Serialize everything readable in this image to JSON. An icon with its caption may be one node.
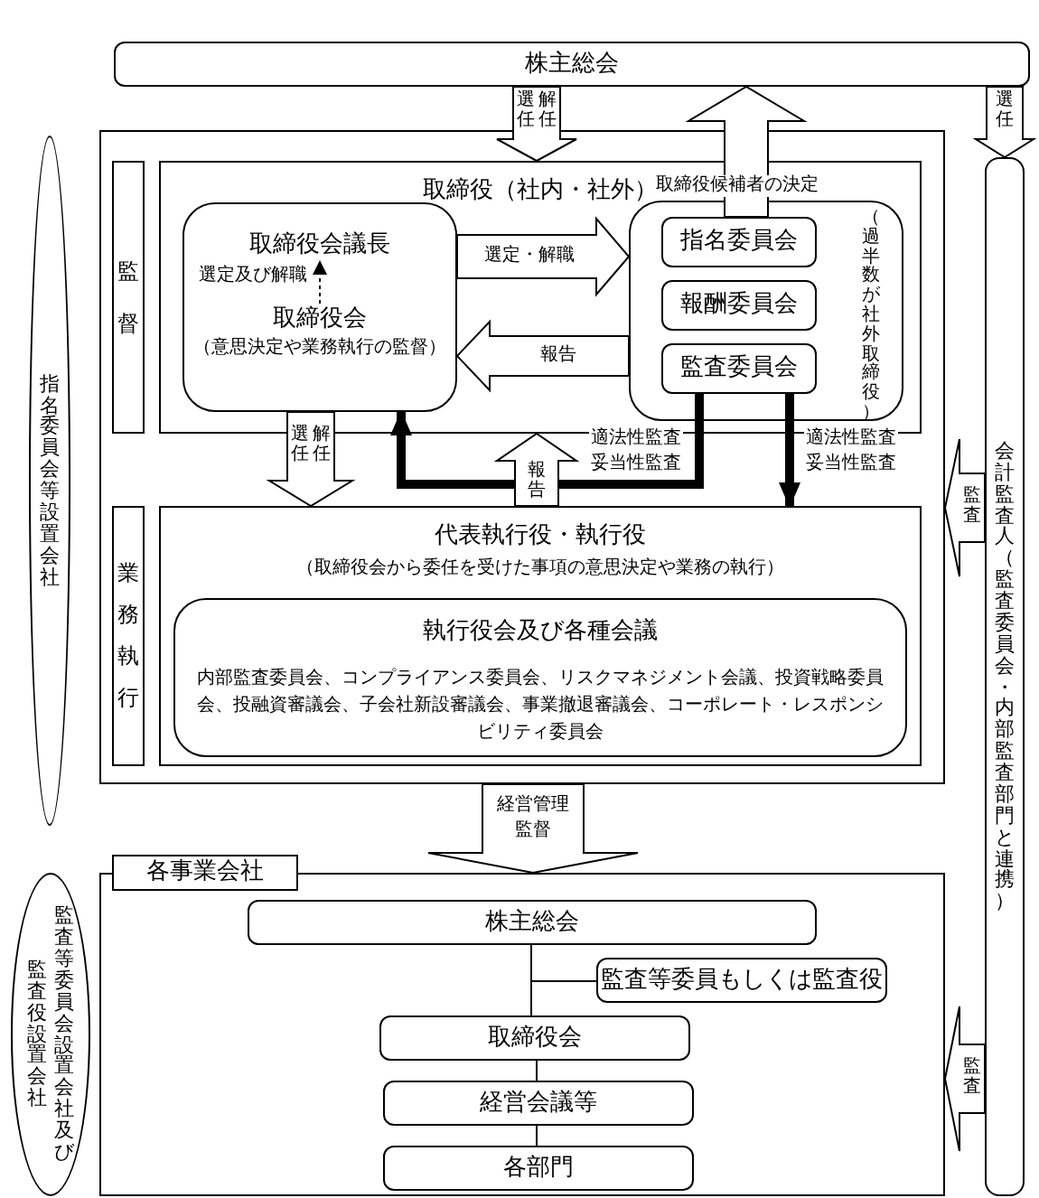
{
  "diagram": {
    "nodes": [
      {
        "text": [
          "株主総会"
        ]
      },
      {
        "text": [
          "指名委員会等設置会社"
        ]
      },
      {
        "text": [],
        "shape": "box"
      },
      {
        "text": [
          "監督"
        ],
        "in": 2
      },
      {
        "text": [
          "取締役（社内・社外）"
        ],
        "in": 2
      },
      {
        "text": [],
        "shape": "box",
        "in": 4
      },
      {
        "text": [
          "取締役会議長"
        ],
        "in": 5
      },
      {
        "text": [
          "取締役会",
          "（意思決定や業務執行の監督）"
        ],
        "in": 5
      },
      {
        "text": [
          "（過半数が社外取締役）"
        ],
        "in": 4
      },
      {
        "text": [
          "指名委員会"
        ],
        "in": 8
      },
      {
        "text": [
          "報酬委員会"
        ],
        "in": 8
      },
      {
        "text": [
          "監査委員会"
        ],
        "in": 8
      },
      {
        "text": [
          "業務執行"
        ],
        "in": 2
      },
      {
        "text": [
          "代表執行役・執行役",
          "（取締役会から委任を受けた事項の意思決定や業務の執行）"
        ],
        "in": 2
      },
      {
        "text": [
          "執行役会及び各種会議",
          "内部監査委員会、コンプライアンス委員会、リスクマネジメント会議、投資戦略委員会、投融資審議会、子会社新設審議会、事業撤退審議会、コーポレート・レスポンシビリティ委員会"
        ],
        "in": 13
      },
      {
        "text": [
          "会計監査人（監査委員会・内部監査部門と連携）"
        ]
      },
      {
        "text": [
          "監査役設置会社",
          "監査等委員会設置会社及び"
        ]
      },
      {
        "text": [
          "各事業会社"
        ]
      },
      {
        "text": [
          "株主総会"
        ],
        "in": 17
      },
      {
        "text": [
          "監査等委員もしくは監査役"
        ],
        "in": 17
      },
      {
        "text": [
          "取締役会"
        ],
        "in": 17
      },
      {
        "text": [
          "経営会議等"
        ],
        "in": 17
      },
      {
        "text": [
          "各部門"
        ],
        "in": 17
      }
    ],
    "edges": [
      {
        "from": 0,
        "to": 4,
        "arrow": "to",
        "label": "選任解任"
      },
      {
        "from": 9,
        "to": 0,
        "arrow": "to",
        "label": "取締役候補者の決定"
      },
      {
        "from": 0,
        "to": 15,
        "arrow": "to",
        "label": "選任"
      },
      {
        "from": 7,
        "to": 6,
        "arrow": "to",
        "label": "選定及び解職",
        "style": "dashed"
      },
      {
        "from": 5,
        "to": 8,
        "arrow": "to",
        "label": "選定・解職"
      },
      {
        "from": 8,
        "to": 5,
        "arrow": "to",
        "label": "報告"
      },
      {
        "from": 5,
        "to": 13,
        "arrow": "to",
        "label": "選任解任"
      },
      {
        "from": 11,
        "to": 5,
        "arrow": "to",
        "label": "適法性監査妥当性監査",
        "style": "thick"
      },
      {
        "from": 11,
        "to": 13,
        "arrow": "to",
        "label": "適法性監査妥当性監査",
        "style": "thick"
      },
      {
        "from": 13,
        "to": 4,
        "arrow": "to",
        "label": "報告"
      },
      {
        "from": 15,
        "to": 2,
        "arrow": "to",
        "label": "監査"
      },
      {
        "from": 2,
        "to": 17,
        "arrow": "to",
        "label": "経営管理監督"
      },
      {
        "from": 15,
        "to": 17,
        "arrow": "to",
        "label": "監査"
      },
      {
        "from": 18,
        "to": 20,
        "arrow": "none"
      },
      {
        "from": 18,
        "to": 19,
        "arrow": "none"
      },
      {
        "from": 20,
        "to": 21,
        "arrow": "none"
      },
      {
        "from": 21,
        "to": 22,
        "arrow": "none"
      }
    ]
  }
}
